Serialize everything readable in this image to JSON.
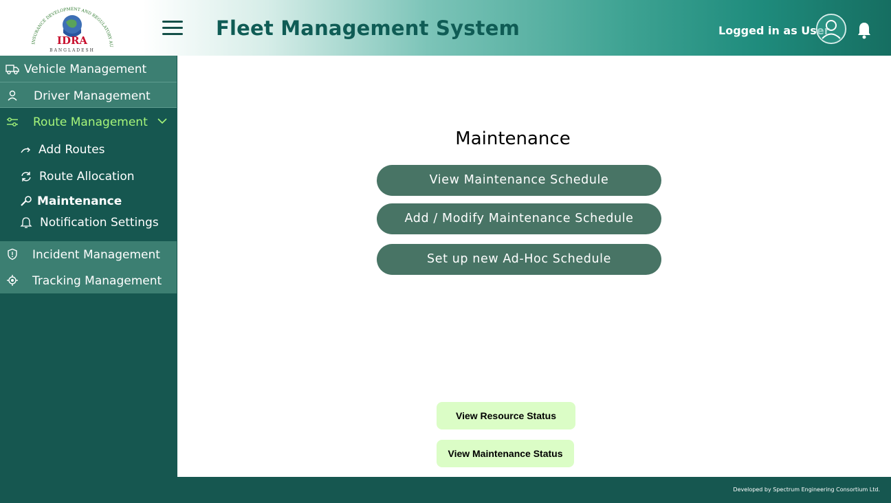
{
  "header": {
    "app_title": "Fleet Management System",
    "user_label": "Logged in as User",
    "logo_text": "IDRA",
    "logo_arc_text": "INSURANCE DEVELOPMENT AND REGULATORY AUTHORITY",
    "logo_sub_text": "BANGLADESH"
  },
  "sidebar": {
    "vehicle": "Vehicle Management",
    "driver": "Driver Management",
    "route": "Route Management",
    "sub_items": [
      "Add Routes",
      "Route Allocation",
      "Maintenance",
      "Notification Settings"
    ],
    "incident": "Incident Management",
    "tracking": "Tracking Management"
  },
  "main": {
    "title": "Maintenance",
    "actions": [
      "View Maintenance Schedule",
      "Add / Modify Maintenance Schedule",
      "Set up new Ad-Hoc Schedule"
    ],
    "status_buttons": [
      "View Resource Status",
      "View Maintenance Status"
    ]
  },
  "footer": {
    "text": "Developed by Spectrum Engineering Consortium Ltd."
  },
  "colors": {
    "sidebar": "#165750",
    "nav_item": "#3c7f72",
    "pill": "#487465",
    "accent_green": "#a6f57a",
    "status_button": "#dbfdc6"
  }
}
